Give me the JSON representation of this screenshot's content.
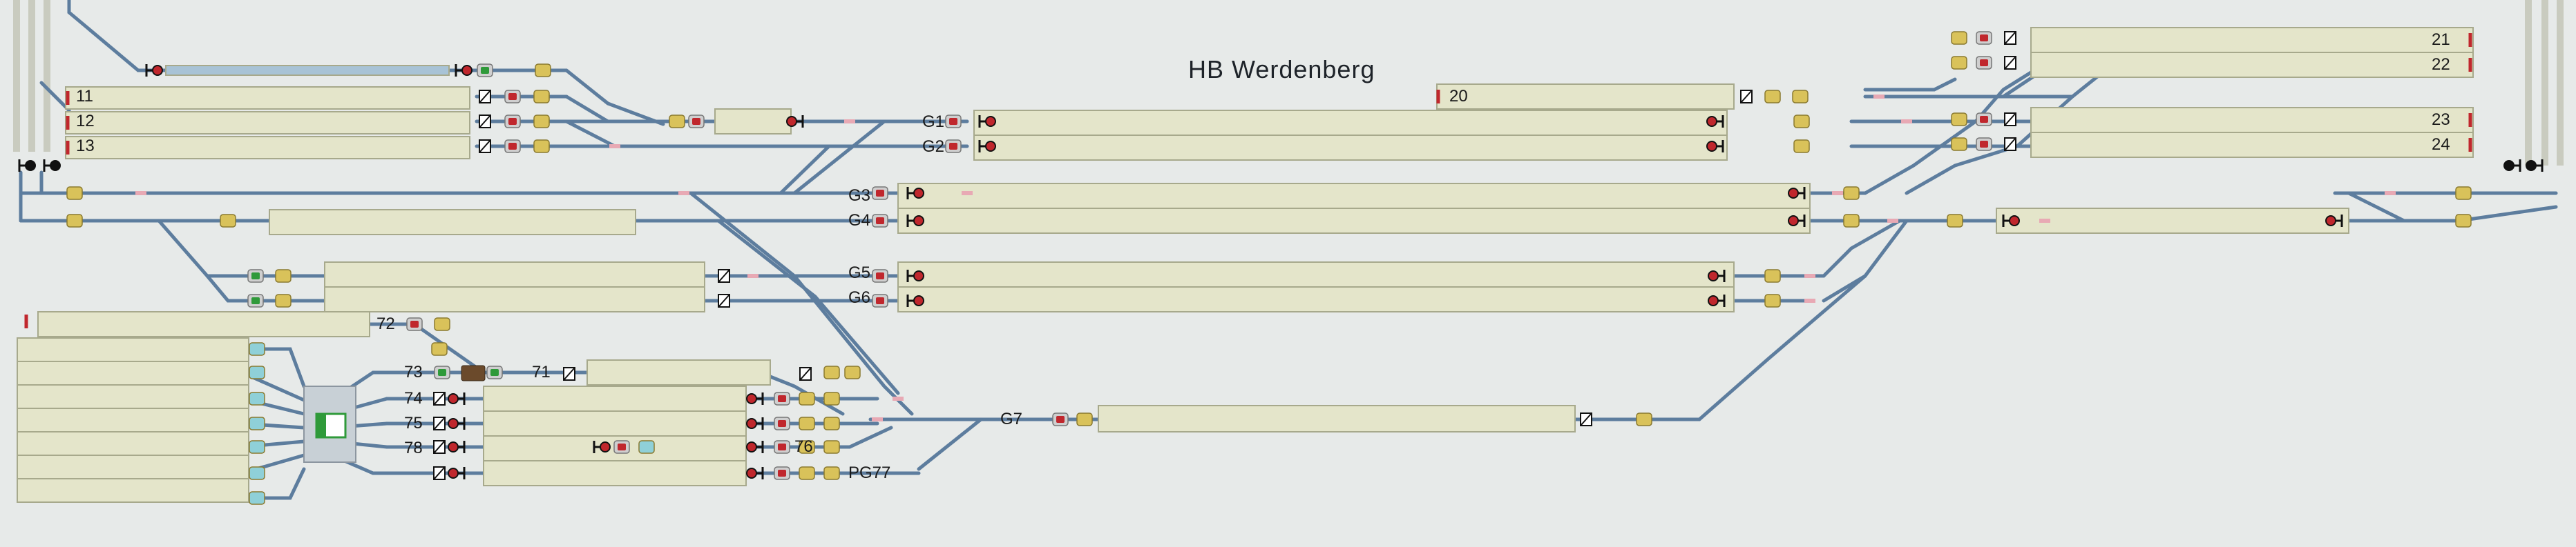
{
  "station": {
    "title": "HB Werdenberg"
  },
  "tracks": {
    "t11": "11",
    "t12": "12",
    "t13": "13",
    "t20": "20",
    "t21": "21",
    "t22": "22",
    "t23": "23",
    "t24": "24",
    "g1": "G1",
    "g2": "G2",
    "g3": "G3",
    "g4": "G4",
    "g5": "G5",
    "g6": "G6",
    "g7": "G7",
    "t71": "71",
    "t72": "72",
    "t73": "73",
    "t74": "74",
    "t75": "75",
    "t76": "76",
    "t78": "78",
    "pg77": "PG77"
  },
  "colors": {
    "background": "#e7eae9",
    "track_line": "#5d7d9e",
    "track_block": "#e4e5ca",
    "track_block_border": "#a7a98c",
    "occupied_block": "#a8c3d6",
    "signal_red": "#c0272d",
    "signal_green": "#2f9a3a",
    "button_yellow": "#d9c25a",
    "button_cyan": "#8fd0d8"
  }
}
